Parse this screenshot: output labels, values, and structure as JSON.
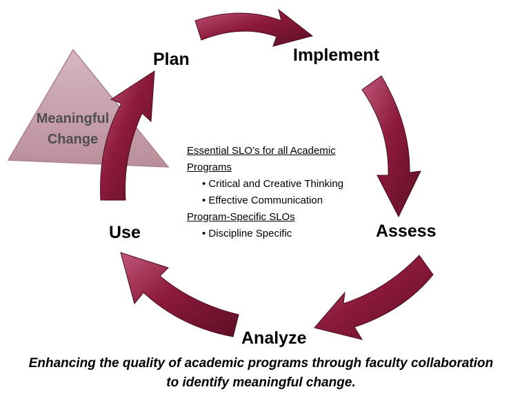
{
  "stages": {
    "plan": "Plan",
    "implement": "Implement",
    "assess": "Assess",
    "analyze": "Analyze",
    "use": "Use"
  },
  "meaningful_change": [
    "Meaningful",
    "Change"
  ],
  "center": {
    "heading1_line1": "Essential SLO’s for all Academic",
    "heading1_line2": "Programs",
    "bullets1": [
      "• Critical and Creative Thinking",
      "• Effective Communication"
    ],
    "heading2": "Program-Specific SLOs",
    "bullets2": [
      "• Discipline Specific"
    ]
  },
  "caption": [
    "Enhancing the quality of academic programs through faculty collaboration",
    "to identify meaningful change."
  ],
  "colors": {
    "arrow": "#8c1a3a",
    "arrow_dark": "#5e0f26",
    "arrow_light": "#c0587a",
    "triangle": "#b07a88"
  }
}
